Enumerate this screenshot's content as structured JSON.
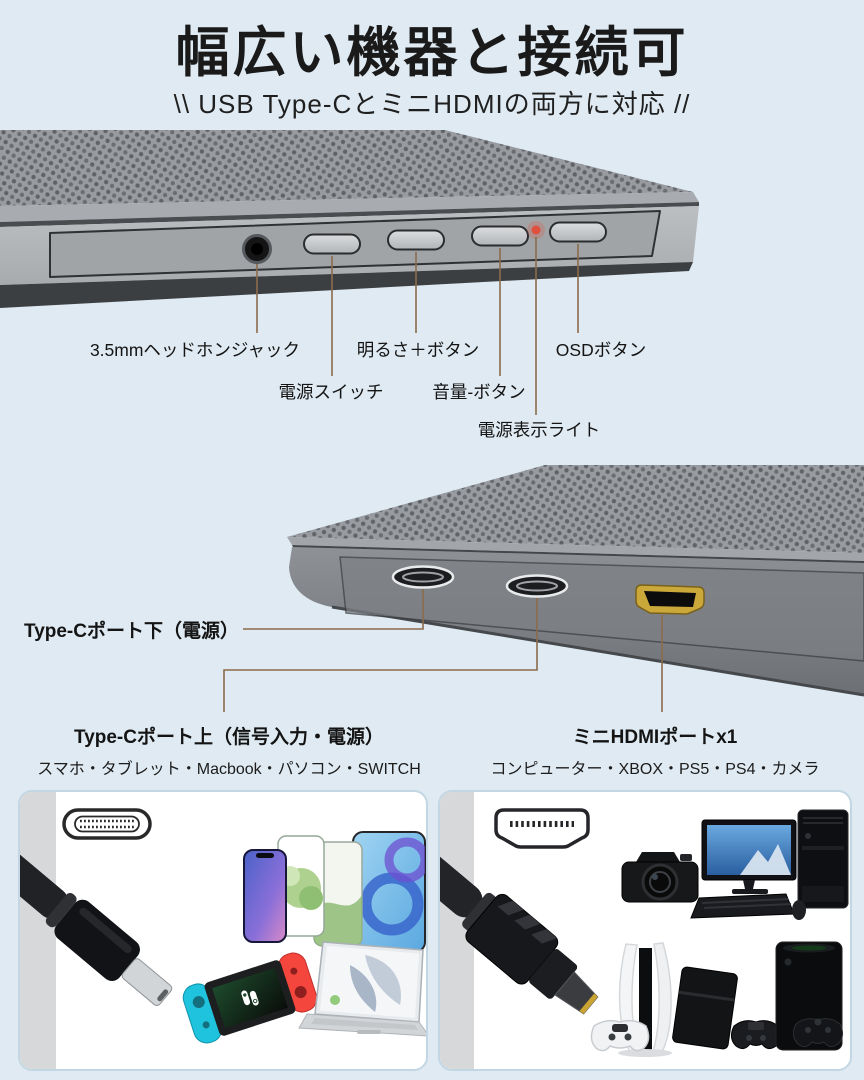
{
  "page": {
    "background_color": "#dfeaf2",
    "callout_line_color": "#8b6b4a",
    "power_led_color": "#e0503f",
    "card_border_color": "#c2d7e3",
    "hdmi_port_color": "#caa93a"
  },
  "header": {
    "title": "幅広い機器と接続可",
    "subtitle": "\\\\ USB Type-CとミニHDMIの両方に対応 //"
  },
  "top_edge_section": {
    "callouts": [
      {
        "id": "headphone-jack",
        "label": "3.5mmヘッドホンジャック"
      },
      {
        "id": "power-switch",
        "label": "電源スイッチ"
      },
      {
        "id": "brightness-plus-button",
        "label": "明るさ＋ボタン"
      },
      {
        "id": "volume-minus-button",
        "label": "音量-ボタン"
      },
      {
        "id": "power-indicator-light",
        "label": "電源表示ライト"
      },
      {
        "id": "osd-button",
        "label": "OSDボタン"
      }
    ]
  },
  "side_ports_section": {
    "typec_lower": {
      "label": "Type-Cポート下（電源）"
    },
    "typec_upper": {
      "label": "Type-Cポート上（信号入力・電源）",
      "devices": "スマホ・タブレット・Macbook・パソコン・SWITCH"
    },
    "mini_hdmi": {
      "label": "ミニHDMIポートx1",
      "devices": "コンピューター・XBOX・PS5・PS4・カメラ"
    }
  }
}
